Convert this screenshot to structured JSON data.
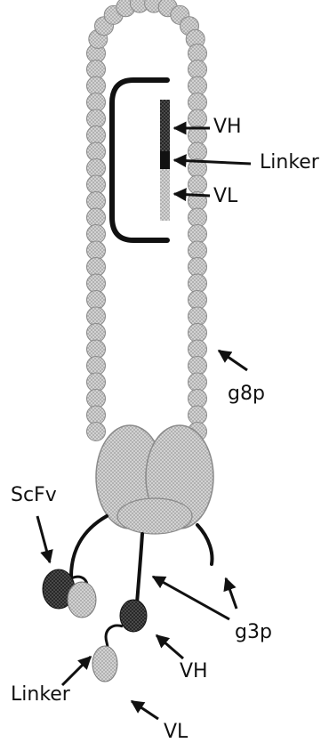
{
  "labels": {
    "vh_top": "VH",
    "linker_top": "Linker",
    "vl_top": "VL",
    "g8p": "g8p",
    "scfv": "ScFv",
    "g3p": "g3p",
    "vh_bottom": "VH",
    "linker_bottom": "Linker",
    "vl_bottom": "VL"
  },
  "colors": {
    "bead_fill": "#c4c4c4",
    "bead_stroke": "#8a8a8a",
    "head_fill": "#cdcdcd",
    "domain_dark": "#3f3f3f",
    "domain_light": "#d6d6d6",
    "line": "#111111"
  }
}
